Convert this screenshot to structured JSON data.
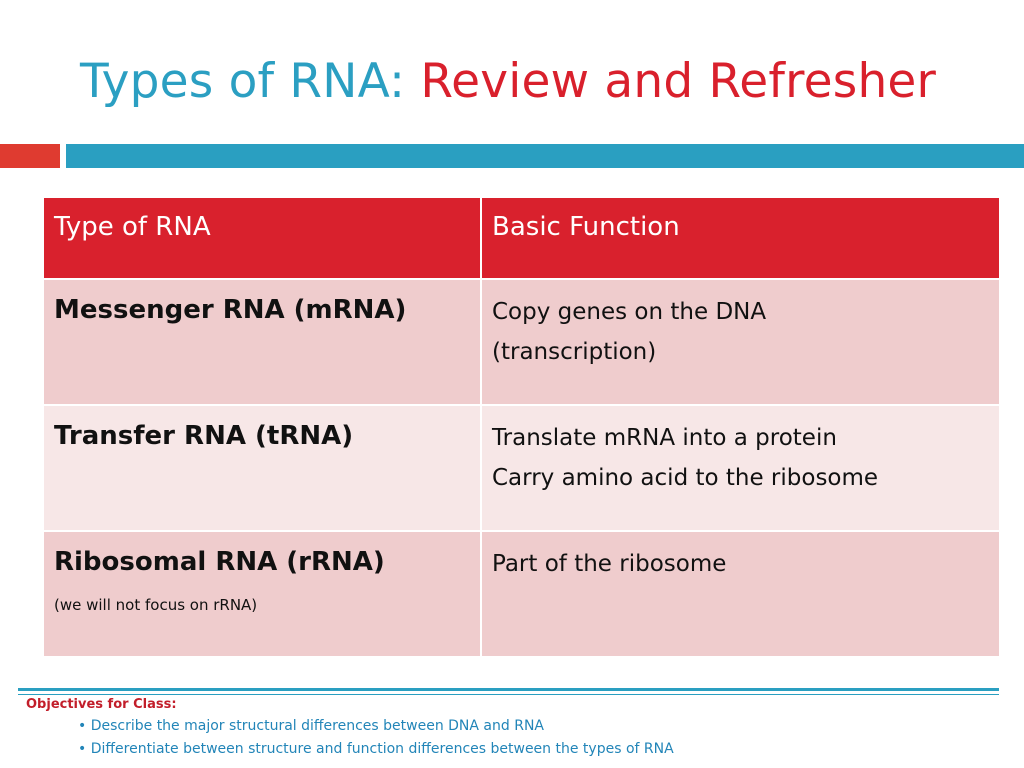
{
  "title": {
    "part1": "Types of RNA: ",
    "part2": "Review and Refresher"
  },
  "colors": {
    "accent_blue": "#2a9fc1",
    "accent_red": "#d9212d",
    "row_dark": "#efcccd",
    "row_light": "#f7e7e7"
  },
  "table": {
    "headers": [
      "Type of RNA",
      "Basic Function"
    ],
    "rows": [
      {
        "type": "Messenger RNA (mRNA)",
        "note": "",
        "function_lines": [
          "Copy genes on the DNA",
          "(transcription)"
        ]
      },
      {
        "type": "Transfer RNA (tRNA)",
        "note": "",
        "function_lines": [
          "Translate mRNA into a protein",
          "Carry amino acid to the ribosome"
        ]
      },
      {
        "type": "Ribosomal RNA (rRNA)",
        "note": "(we will not focus on rRNA)",
        "function_lines": [
          "Part of the ribosome"
        ]
      }
    ]
  },
  "objectives": {
    "heading": "Objectives for Class:",
    "items": [
      "• Describe the major structural differences between DNA and RNA",
      "• Differentiate between structure and function differences between the types of RNA"
    ]
  }
}
